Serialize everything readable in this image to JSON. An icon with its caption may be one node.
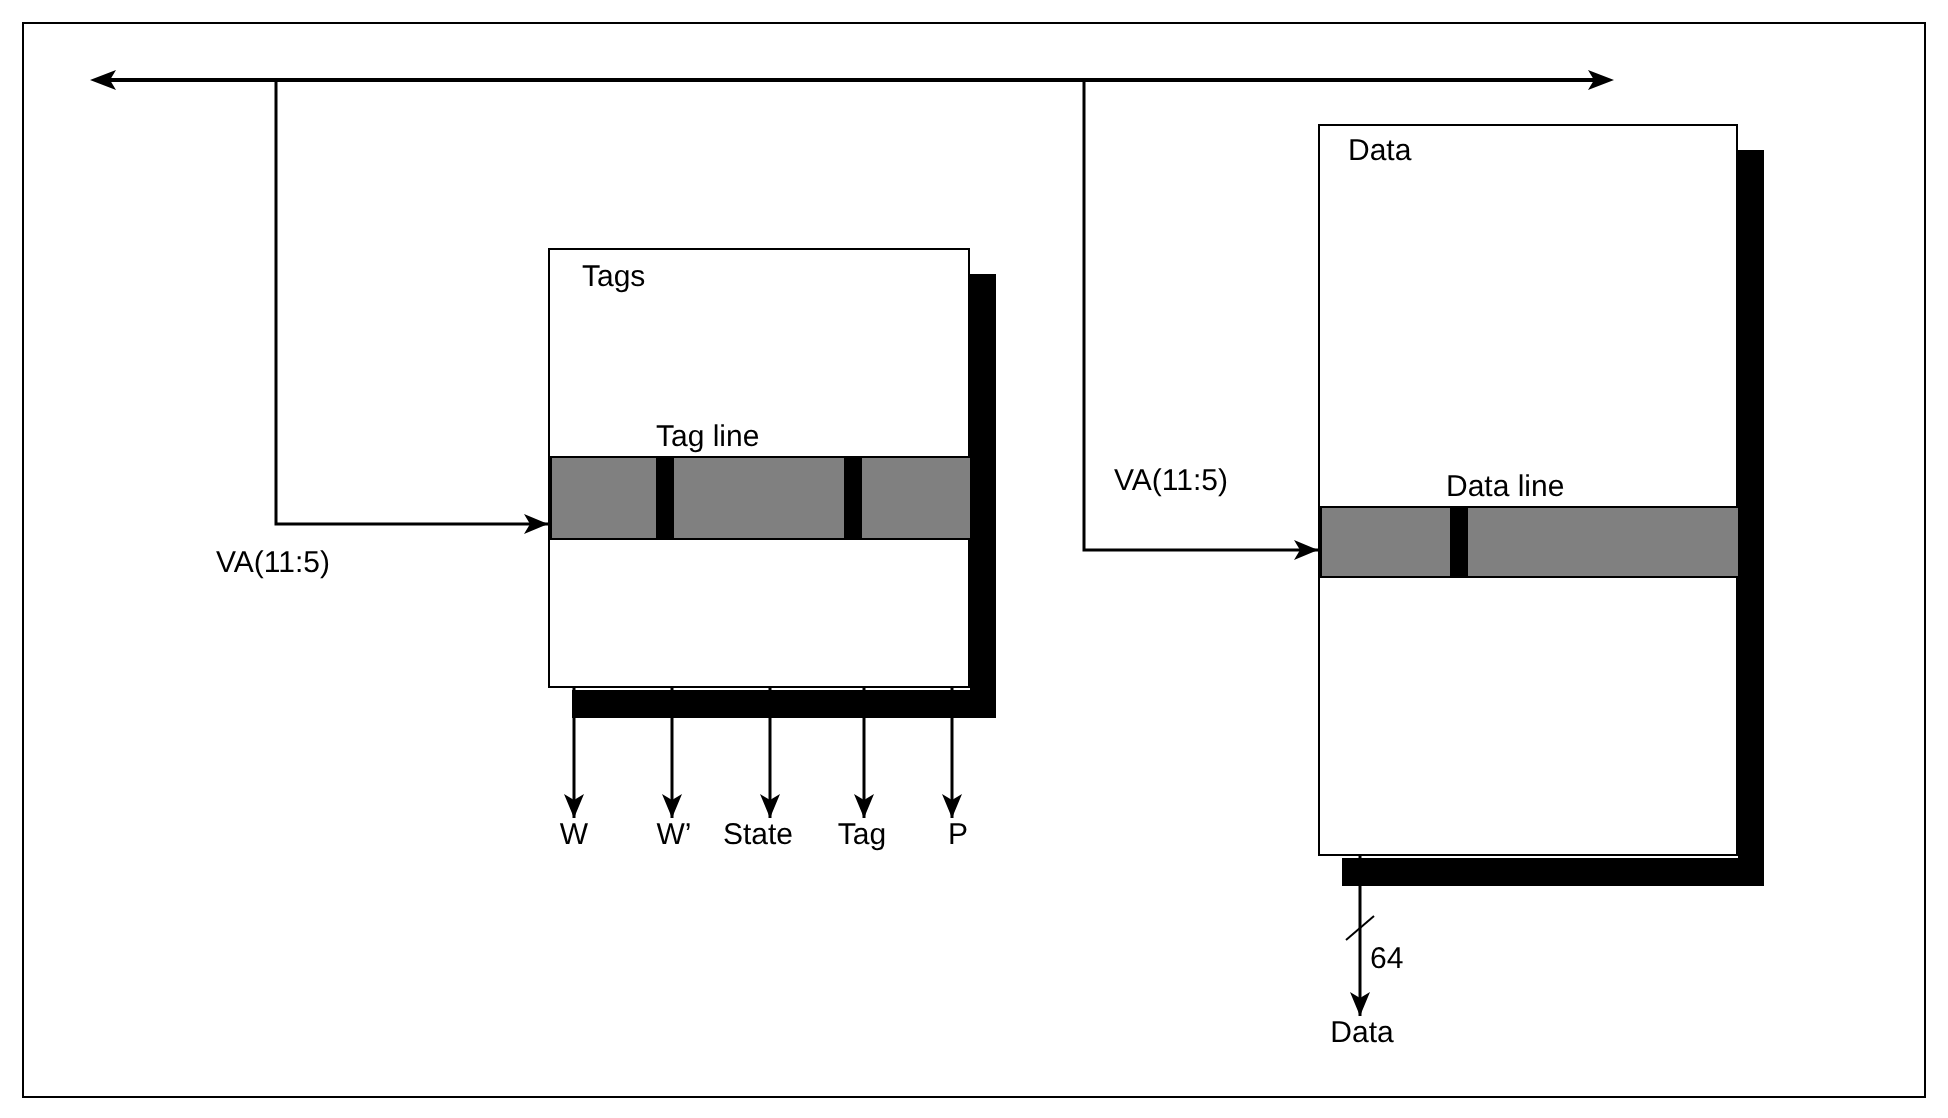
{
  "diagram": {
    "nodes": [
      {
        "text": [],
        "shape": "bar"
      },
      {
        "text": [
          "Tags"
        ]
      },
      {
        "text": [
          "Tag line"
        ],
        "in": 1
      },
      {
        "text": [
          "Data"
        ]
      },
      {
        "text": [
          "Data line"
        ],
        "in": 3
      },
      {
        "text": [
          "W"
        ]
      },
      {
        "text": [
          "W’"
        ]
      },
      {
        "text": [
          "State"
        ]
      },
      {
        "text": [
          "Tag"
        ]
      },
      {
        "text": [
          "P"
        ]
      },
      {
        "text": [
          "Data"
        ]
      }
    ],
    "edges": [
      {
        "from": 0,
        "to": 2,
        "arrow": "to",
        "label": "VA(11:5)"
      },
      {
        "from": 0,
        "to": 4,
        "arrow": "to",
        "label": "VA(11:5)"
      },
      {
        "from": 1,
        "to": 5,
        "arrow": "to"
      },
      {
        "from": 1,
        "to": 6,
        "arrow": "to"
      },
      {
        "from": 1,
        "to": 7,
        "arrow": "to"
      },
      {
        "from": 1,
        "to": 8,
        "arrow": "to"
      },
      {
        "from": 1,
        "to": 9,
        "arrow": "to"
      },
      {
        "from": 3,
        "to": 10,
        "arrow": "to",
        "label": "64"
      }
    ]
  }
}
